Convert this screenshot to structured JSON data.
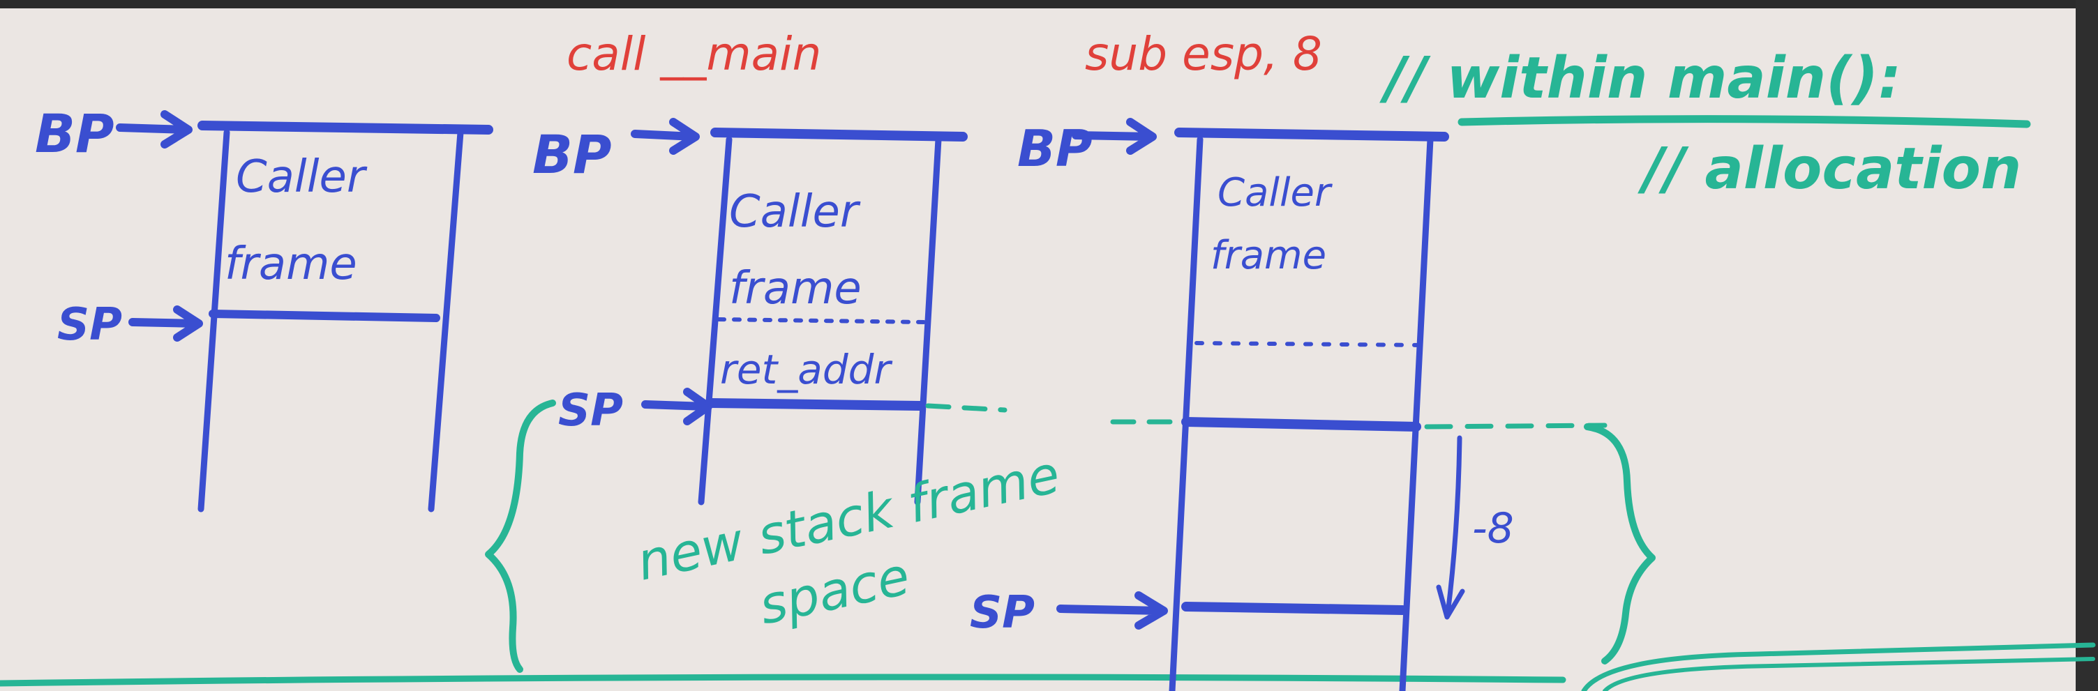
{
  "colors": {
    "blue": "#3a4ed0",
    "red": "#e0403a",
    "green": "#27b595",
    "board": "#ebe6e3"
  },
  "stages": [
    {
      "instruction": "",
      "bp_label": "BP",
      "sp_label": "SP",
      "frame_lines": [
        "Caller",
        "frame"
      ],
      "ret_label": ""
    },
    {
      "instruction": "call __main",
      "bp_label": "BP",
      "sp_label": "SP",
      "frame_lines": [
        "Caller",
        "frame"
      ],
      "ret_label": "ret_addr"
    },
    {
      "instruction": "sub esp, 8",
      "bp_label": "BP",
      "sp_label": "SP",
      "frame_lines": [
        "Caller",
        "frame"
      ],
      "ret_label": "",
      "offset_label": "-8"
    }
  ],
  "comments": {
    "line1": "// within main():",
    "line2": "// allocation"
  },
  "brace_note": {
    "line1": "new stack frame",
    "line2": "space"
  }
}
